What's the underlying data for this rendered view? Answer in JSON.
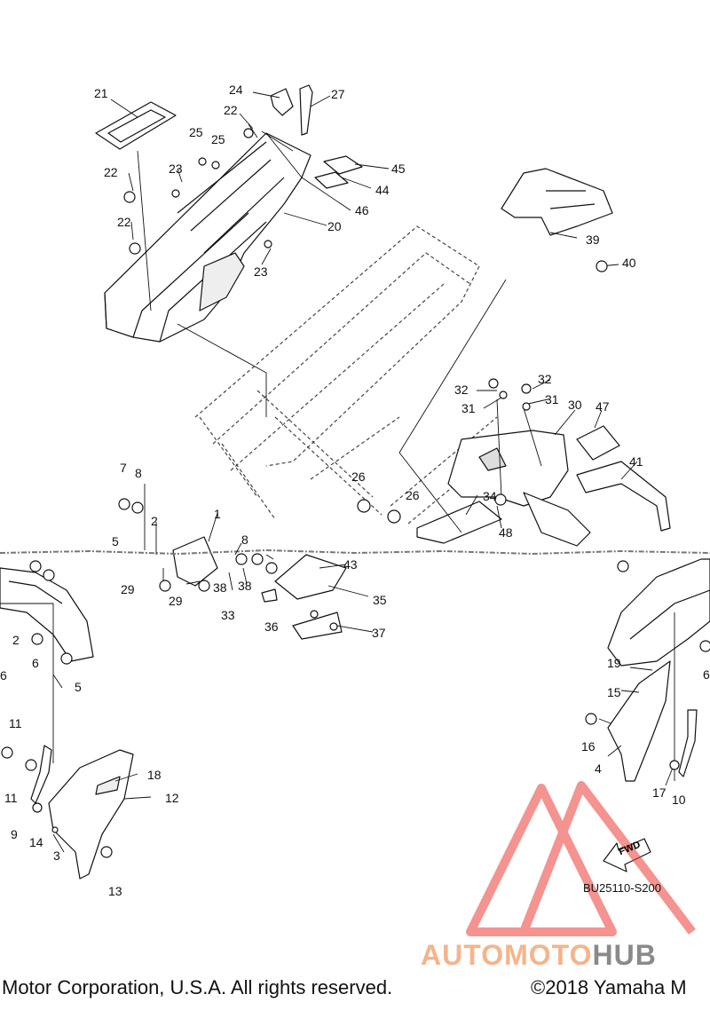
{
  "diagram": {
    "callouts": [
      "21",
      "24",
      "27",
      "22",
      "25",
      "25",
      "23",
      "22",
      "45",
      "44",
      "46",
      "22",
      "20",
      "23",
      "39",
      "40",
      "32",
      "32",
      "31",
      "31",
      "30",
      "47",
      "41",
      "26",
      "26",
      "34",
      "48",
      "7",
      "8",
      "2",
      "1",
      "5",
      "8",
      "43",
      "29",
      "38",
      "38",
      "29",
      "33",
      "35",
      "36",
      "37",
      "19",
      "15",
      "16",
      "4",
      "17",
      "10",
      "2",
      "6",
      "6",
      "5",
      "6",
      "11",
      "11",
      "18",
      "12",
      "9",
      "14",
      "3",
      "13"
    ],
    "fwd_label": "FWD",
    "document_code": "BU25110-S200"
  },
  "footer": {
    "left_text": "Motor Corporation, U.S.A. All rights reserved.",
    "right_text": "©2018 Yamaha M"
  },
  "watermark": {
    "part_a": "AUTOMOTO",
    "part_b": "HUB"
  },
  "colors": {
    "line": "#111111",
    "watermark_red": "#ec3b35",
    "watermark_orange": "#f5b48a",
    "watermark_gray": "#8a8a8a"
  }
}
